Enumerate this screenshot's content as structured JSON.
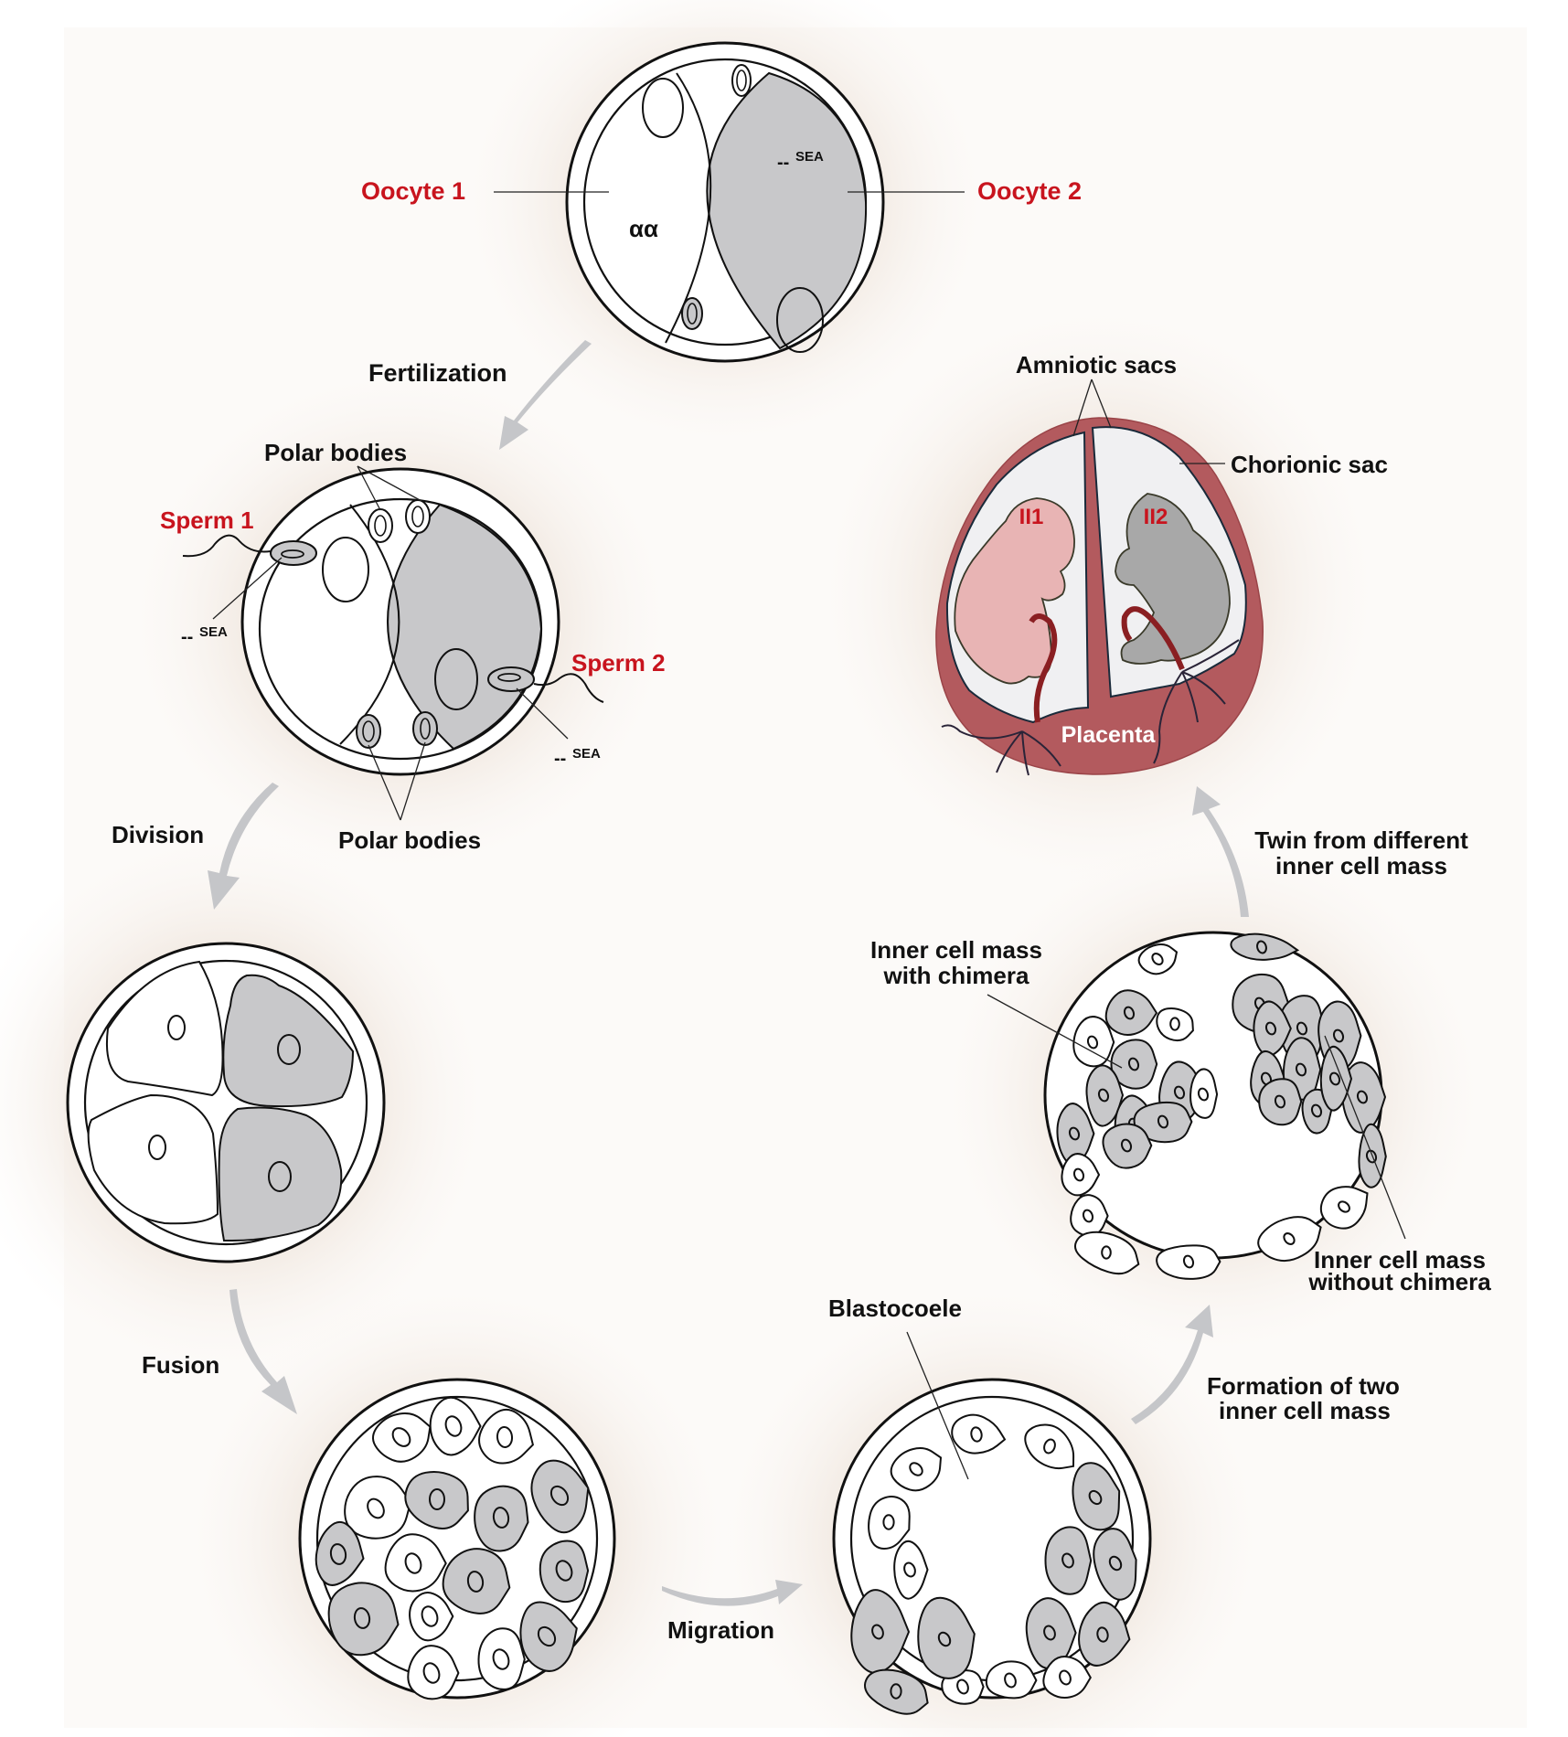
{
  "figure": {
    "title": "Chimeric twin formation from two oocytes",
    "colors": {
      "label_red": "#c8141e",
      "cell_grey": "#c8c8ca",
      "placenta": "#b35a5e",
      "embryo_pink": "#e8b4b4",
      "embryo_grey": "#a8a8a8",
      "arrow_grey": "#c5c6c9",
      "halo_beige": "#ede3da"
    }
  },
  "oocytes": {
    "oocyte1_label": "Oocyte 1",
    "oocyte2_label": "Oocyte 2",
    "genotype_alpha": "αα",
    "genotype_sea": "SEA",
    "genotype_dash": "--"
  },
  "steps": {
    "fertilization": "Fertilization",
    "division": "Division",
    "fusion": "Fusion",
    "migration": "Migration",
    "formation_line1": "Formation of two",
    "formation_line2": "inner cell mass",
    "twin_line1": "Twin from different",
    "twin_line2": "inner cell mass"
  },
  "fertilized": {
    "polar_bodies_top": "Polar bodies",
    "polar_bodies_bottom": "Polar bodies",
    "sperm1_label": "Sperm 1",
    "sperm2_label": "Sperm 2",
    "sperm1_genotype_sea": "SEA",
    "sperm1_genotype_dash": "--",
    "sperm2_genotype_sea": "SEA",
    "sperm2_genotype_dash": "--"
  },
  "blastocyst": {
    "blastocoele": "Blastocoele",
    "icm_with_line1": "Inner cell mass",
    "icm_with_line2": "with chimera",
    "icm_without_line1": "Inner cell mass",
    "icm_without_line2": "without chimera"
  },
  "pregnancy": {
    "amniotic_sacs": "Amniotic sacs",
    "chorionic_sac": "Chorionic sac",
    "twin1_label": "II1",
    "twin2_label": "II2",
    "placenta": "Placenta"
  }
}
